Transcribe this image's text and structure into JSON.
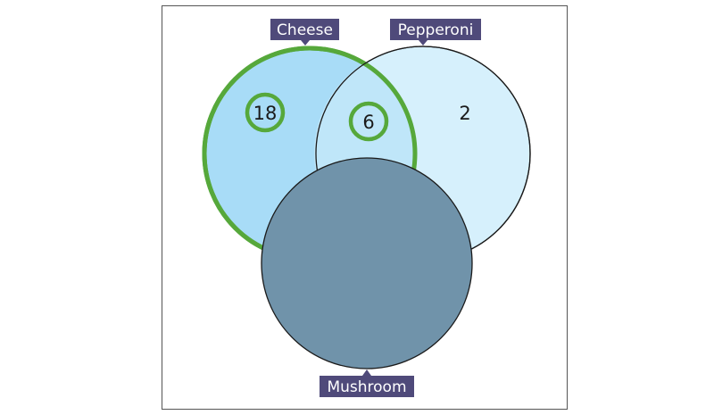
{
  "diagram": {
    "sets": [
      {
        "id": "cheese",
        "label": "Cheese",
        "fill": "#a8dcf7",
        "stroke": "#56a83b",
        "highlighted": true
      },
      {
        "id": "pepperoni",
        "label": "Pepperoni",
        "fill": "#d6f0fc",
        "stroke": "#1a1a1a",
        "highlighted": false
      },
      {
        "id": "mushroom",
        "label": "Mushroom",
        "fill": "#7093aa",
        "stroke": "#1a1a1a",
        "highlighted": false
      }
    ],
    "regions": {
      "cheese_only": "18",
      "cheese_and_pepperoni": "6",
      "pepperoni_only": "2"
    },
    "circled_regions": [
      "cheese_only",
      "cheese_and_pepperoni"
    ],
    "colors": {
      "label_bg": "#4f4a7a",
      "label_text": "#ffffff",
      "highlight": "#56a83b",
      "overlap_fill": "#bfe6f9"
    }
  }
}
